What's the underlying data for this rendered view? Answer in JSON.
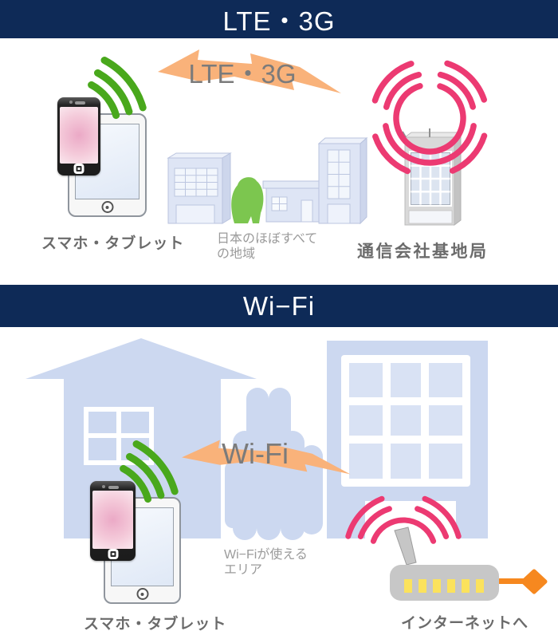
{
  "sections": {
    "lte": {
      "header": "LTE・3G",
      "arrow_label": "LTE・3G",
      "device_label": "スマホ・タブレット",
      "coverage_line1": "日本のほぼすべて",
      "coverage_line2": "の地域",
      "station_label": "通信会社基地局"
    },
    "wifi": {
      "header": "Wi−Fi",
      "arrow_label": "Wi-Fi",
      "area_line1": "Wi−Fiが使える",
      "area_line2": "エリア",
      "device_label": "スマホ・タブレット",
      "internet_label": "インターネットへ"
    }
  },
  "colors": {
    "header_bg": "#0e2a57",
    "header_text": "#ffffff",
    "arrow_orange": "#f9b27a",
    "wave_pink": "#ec3a72",
    "wifi_green": "#49a81c",
    "building_blue": "#dee5f5",
    "house_blue": "#ccd8f0",
    "tree_green": "#7cc64f",
    "station_gray": "#d9d9d9",
    "router_gray": "#c7c7c7",
    "led_yellow": "#fbe25c",
    "cable_orange": "#f6881f",
    "label_dark": "#6b6b6b",
    "label_light": "#9b9b9b"
  }
}
